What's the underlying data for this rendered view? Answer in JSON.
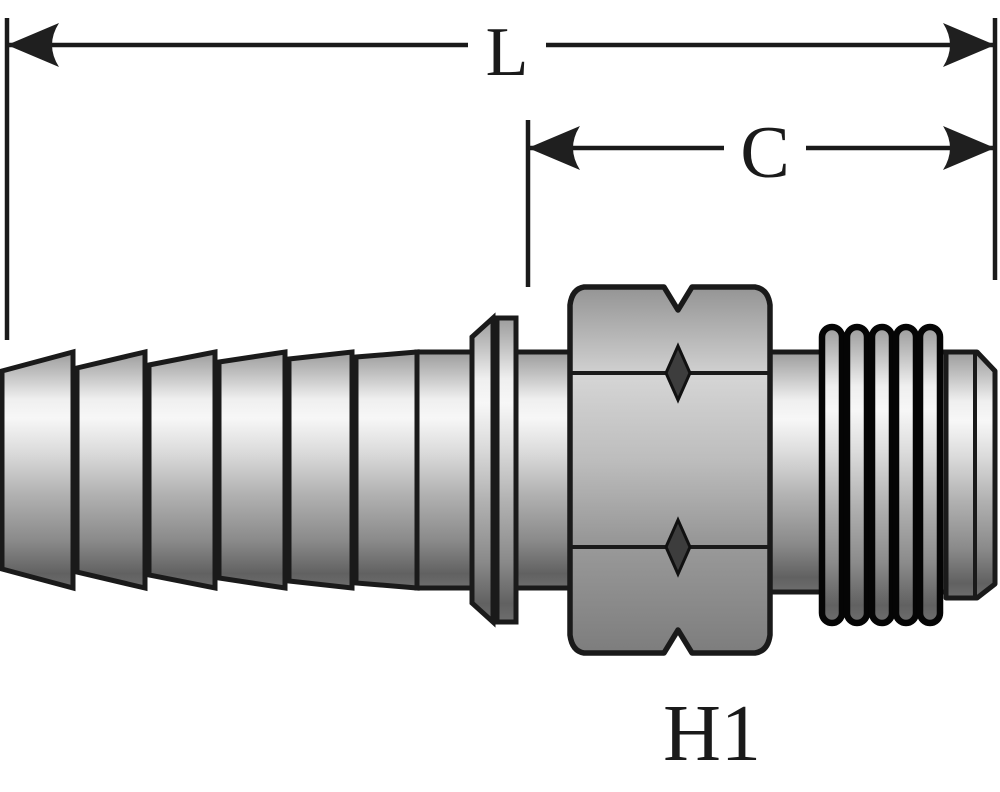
{
  "drawing": {
    "labels": {
      "dimension_l": "L",
      "dimension_c": "C",
      "hex_size": "H1"
    },
    "colors": {
      "background": "#ffffff",
      "outline": "#1a1a1a",
      "metal_highlight": "#f7f7f7",
      "metal_midtone": "#b2b2b2",
      "metal_shadow": "#606060",
      "hex_face_light": "#d4d4d4",
      "hex_face_dark": "#7d7d7d",
      "diamond_fill": "#3d3d3d"
    }
  }
}
